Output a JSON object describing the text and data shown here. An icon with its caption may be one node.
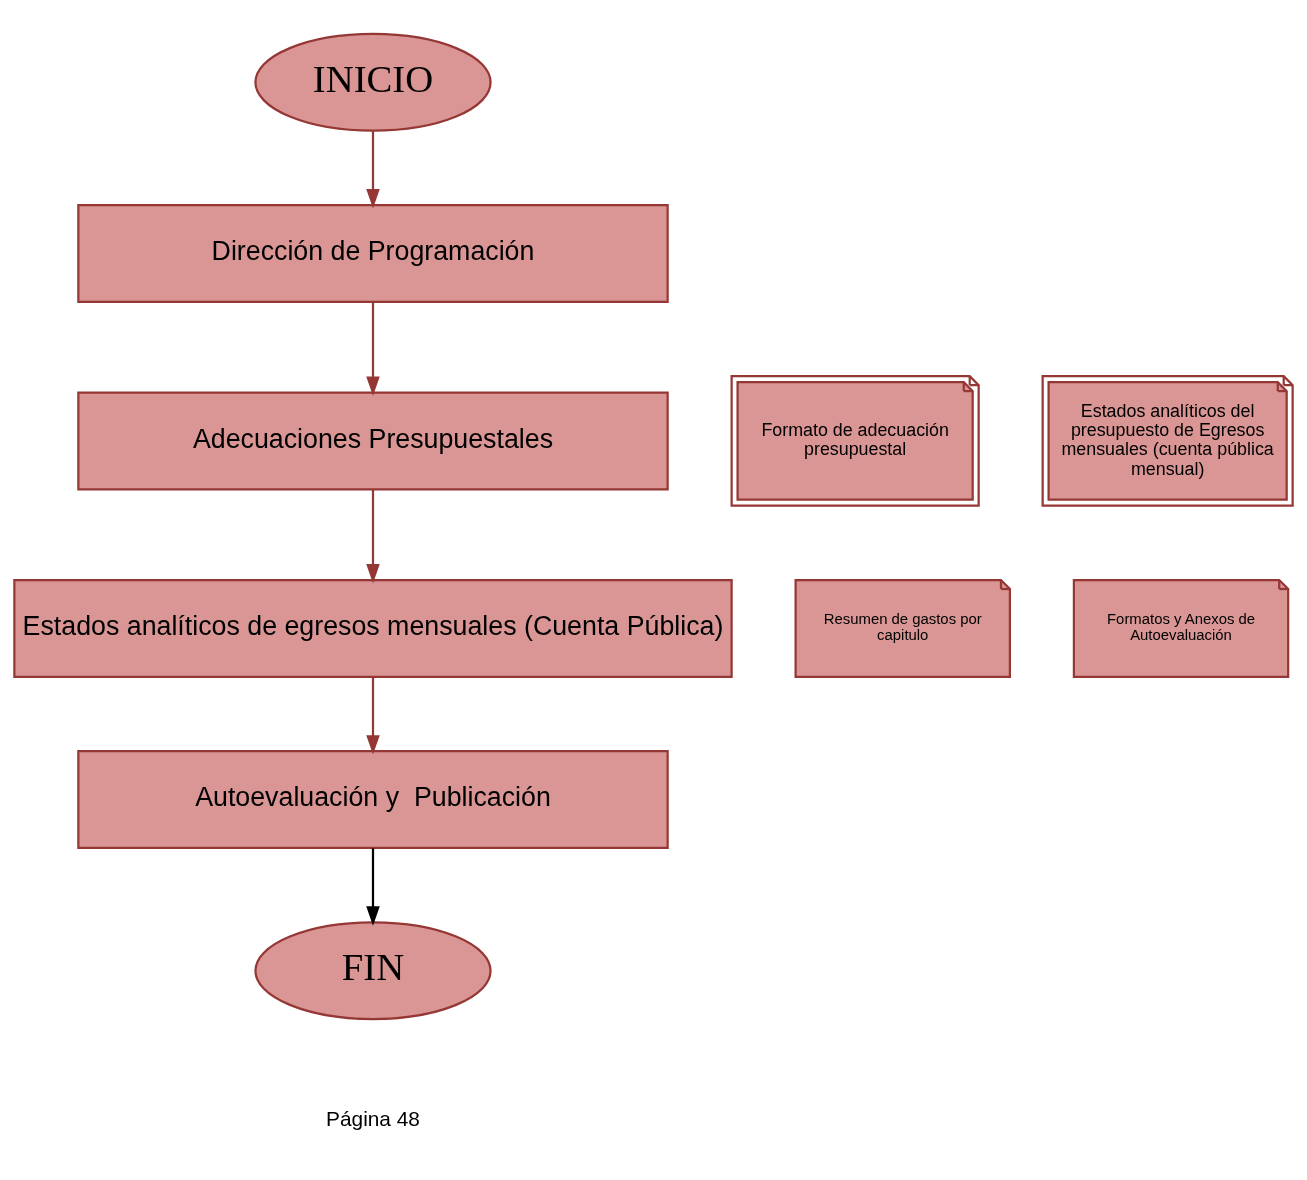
{
  "diagram": {
    "nodes": [
      {
        "text": [
          "INICIO"
        ]
      },
      {
        "text": [
          "Dirección de Programación"
        ]
      },
      {
        "text": [
          "Adecuaciones Presupuestales"
        ]
      },
      {
        "text": [
          "Estados analíticos de egresos mensuales (Cuenta Pública)"
        ]
      },
      {
        "text": [
          "Autoevaluación y  Publicación"
        ]
      },
      {
        "text": [
          "FIN"
        ]
      },
      {
        "text": [
          "Formato de adecuación presupuestal"
        ]
      },
      {
        "text": [
          "Resumen de gastos por capitulo"
        ]
      },
      {
        "text": [
          "Estados analíticos del presupuesto de Egresos mensuales (cuenta pública mensual)"
        ]
      },
      {
        "text": [
          "Formatos y Anexos de Autoevaluación"
        ]
      }
    ],
    "edges": [
      {
        "from": 0,
        "to": 1,
        "arrow": "to"
      },
      {
        "from": 1,
        "to": 2,
        "arrow": "to"
      },
      {
        "from": 2,
        "to": 3,
        "arrow": "to"
      },
      {
        "from": 3,
        "to": 4,
        "arrow": "to"
      },
      {
        "from": 4,
        "to": 5,
        "arrow": "to",
        "color": "#000000"
      }
    ],
    "labels": [
      "Página 48"
    ]
  }
}
